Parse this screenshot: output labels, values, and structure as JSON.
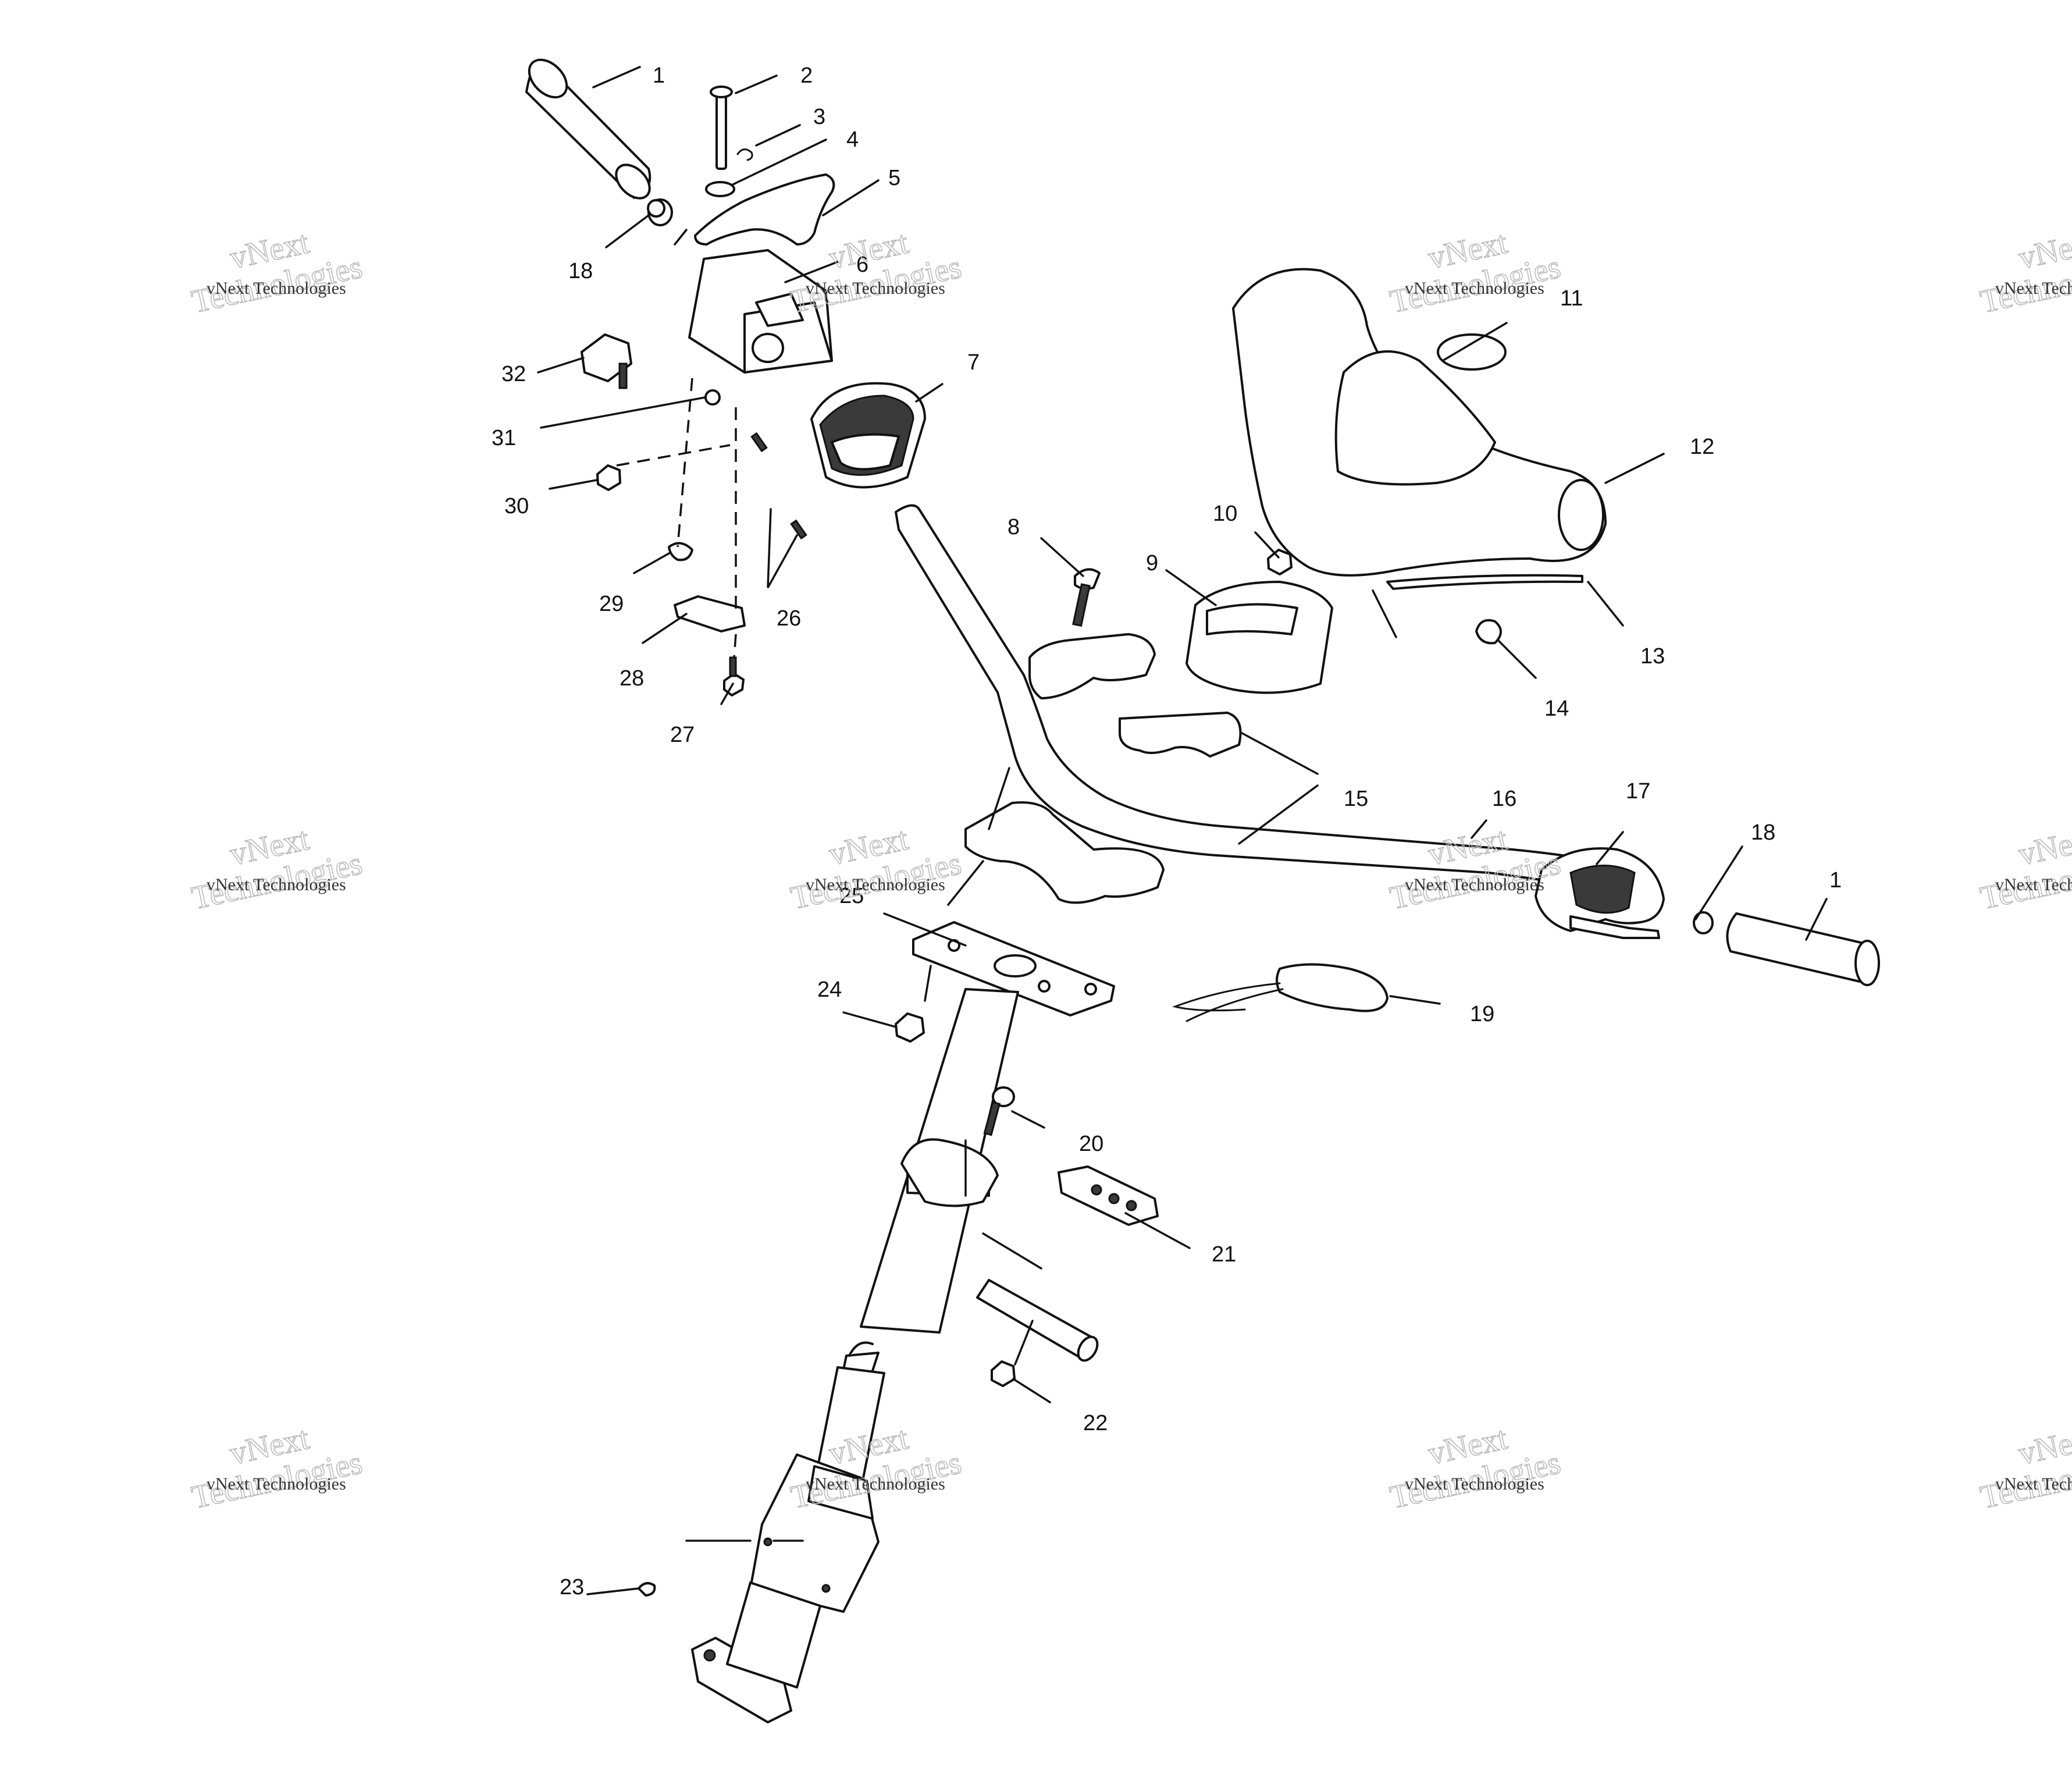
{
  "diagram": {
    "callouts": [
      {
        "id": "c1a",
        "label": "1"
      },
      {
        "id": "c2",
        "label": "2"
      },
      {
        "id": "c3",
        "label": "3"
      },
      {
        "id": "c4",
        "label": "4"
      },
      {
        "id": "c5",
        "label": "5"
      },
      {
        "id": "c6",
        "label": "6"
      },
      {
        "id": "c7",
        "label": "7"
      },
      {
        "id": "c8",
        "label": "8"
      },
      {
        "id": "c9",
        "label": "9"
      },
      {
        "id": "c10",
        "label": "10"
      },
      {
        "id": "c11",
        "label": "11"
      },
      {
        "id": "c12",
        "label": "12"
      },
      {
        "id": "c13",
        "label": "13"
      },
      {
        "id": "c14",
        "label": "14"
      },
      {
        "id": "c15",
        "label": "15"
      },
      {
        "id": "c16",
        "label": "16"
      },
      {
        "id": "c17",
        "label": "17"
      },
      {
        "id": "c18a",
        "label": "18"
      },
      {
        "id": "c18b",
        "label": "18"
      },
      {
        "id": "c1b",
        "label": "1"
      },
      {
        "id": "c19",
        "label": "19"
      },
      {
        "id": "c20",
        "label": "20"
      },
      {
        "id": "c21",
        "label": "21"
      },
      {
        "id": "c22",
        "label": "22"
      },
      {
        "id": "c23",
        "label": "23"
      },
      {
        "id": "c24",
        "label": "24"
      },
      {
        "id": "c25",
        "label": "25"
      },
      {
        "id": "c26",
        "label": "26"
      },
      {
        "id": "c27",
        "label": "27"
      },
      {
        "id": "c28",
        "label": "28"
      },
      {
        "id": "c29",
        "label": "29"
      },
      {
        "id": "c30",
        "label": "30"
      },
      {
        "id": "c31",
        "label": "31"
      },
      {
        "id": "c32",
        "label": "32"
      }
    ]
  },
  "watermark": {
    "line_small": "vNext Technologies",
    "line_big_a": "vNext",
    "line_big_b": "Technologies"
  }
}
